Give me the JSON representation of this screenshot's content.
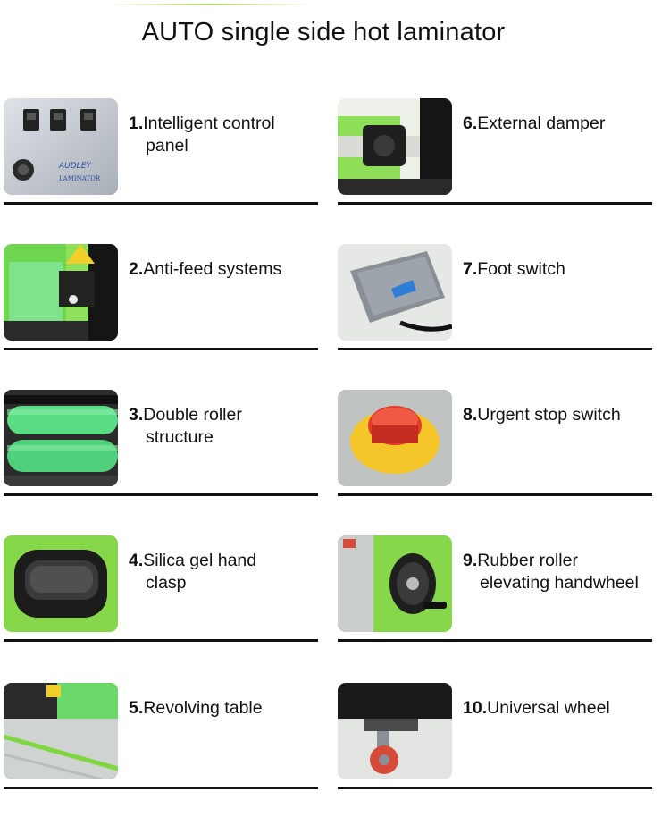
{
  "page": {
    "title": "AUTO single side hot laminator"
  },
  "items": [
    {
      "num": "1.",
      "line1": "Intelligent control",
      "line2": "panel",
      "icon": "control-panel-icon"
    },
    {
      "num": "2.",
      "line1": "Anti-feed systems",
      "line2": "",
      "icon": "anti-feed-icon"
    },
    {
      "num": "3.",
      "line1": "Double roller",
      "line2": "structure",
      "icon": "double-roller-icon"
    },
    {
      "num": "4.",
      "line1": "Silica gel hand",
      "line2": "clasp",
      "icon": "hand-clasp-icon"
    },
    {
      "num": "5.",
      "line1": "Revolving table",
      "line2": "",
      "icon": "revolving-table-icon"
    },
    {
      "num": "6.",
      "line1": "External damper",
      "line2": "",
      "icon": "external-damper-icon"
    },
    {
      "num": "7.",
      "line1": "Foot switch",
      "line2": "",
      "icon": "foot-switch-icon"
    },
    {
      "num": "8.",
      "line1": "Urgent stop switch",
      "line2": "",
      "icon": "emergency-stop-icon"
    },
    {
      "num": "9.",
      "line1": "Rubber roller",
      "line2": "elevating handwheel",
      "icon": "handwheel-icon"
    },
    {
      "num": "10.",
      "line1": "Universal wheel",
      "line2": "",
      "icon": "caster-wheel-icon"
    }
  ],
  "panel": {
    "brand": "AUDLEY",
    "model": "LAMINATOR"
  },
  "colors": {
    "accent_green": "#7fd640",
    "roller_green": "#4fd67a",
    "machine_dark": "#1a1a1a",
    "rule": "#111111"
  }
}
